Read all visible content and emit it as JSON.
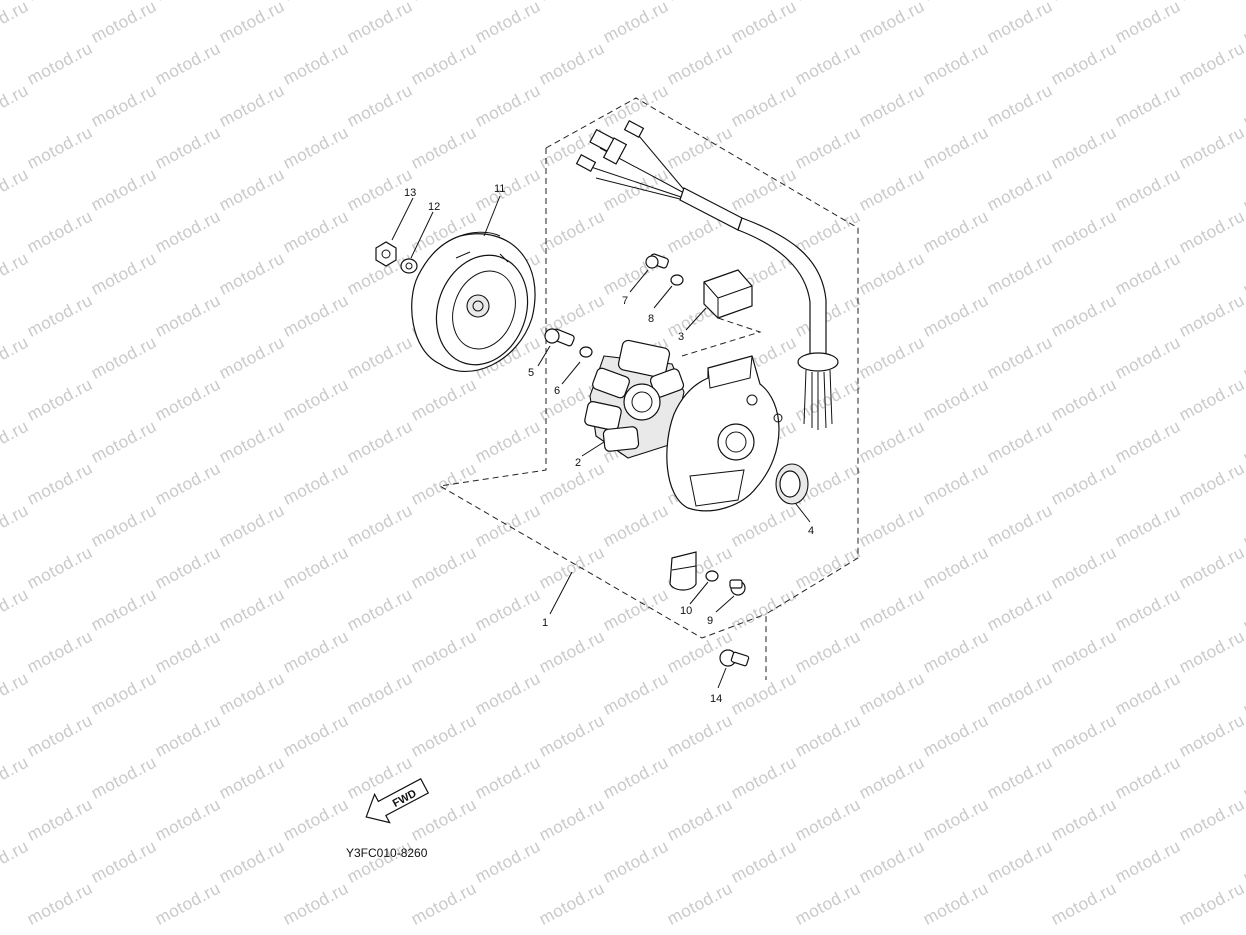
{
  "diagram": {
    "watermark_text": "motod.ru",
    "diagram_code": "Y3FC010-8260",
    "fwd_label": "FWD",
    "callouts": [
      "1",
      "2",
      "3",
      "4",
      "5",
      "6",
      "7",
      "8",
      "9",
      "10",
      "11",
      "12",
      "13",
      "14"
    ]
  }
}
